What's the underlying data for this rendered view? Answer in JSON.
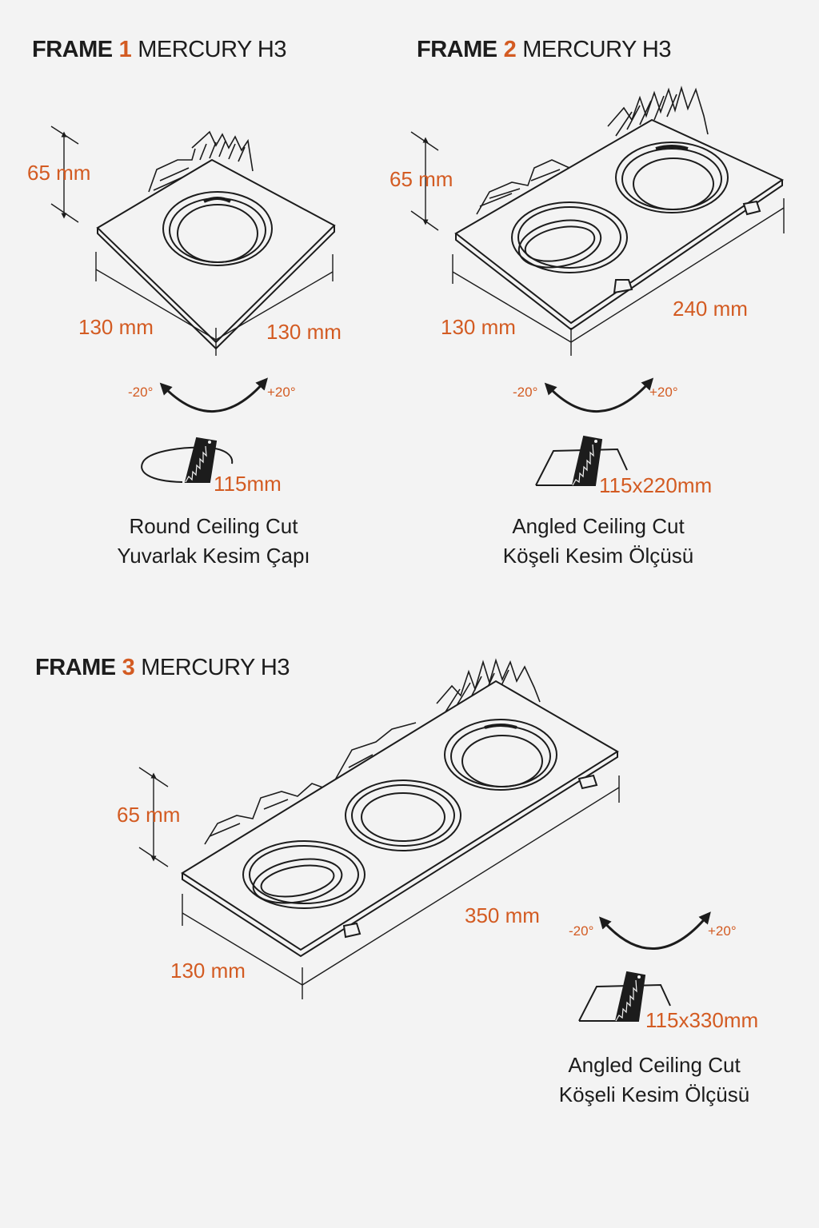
{
  "accent_color": "#d35b22",
  "frames": [
    {
      "title_word": "FRAME",
      "title_number": "1",
      "title_model": "MERCURY H3",
      "height": "65 mm",
      "width": "130 mm",
      "length": "130 mm",
      "tilt_neg": "-20°",
      "tilt_pos": "+20°",
      "cut_size": "115mm",
      "cut_caption_en": "Round Ceiling Cut",
      "cut_caption_tr": "Yuvarlak Kesim Çapı"
    },
    {
      "title_word": "FRAME",
      "title_number": "2",
      "title_model": "MERCURY H3",
      "height": "65 mm",
      "width": "130 mm",
      "length": "240 mm",
      "tilt_neg": "-20°",
      "tilt_pos": "+20°",
      "cut_size": "115x220mm",
      "cut_caption_en": "Angled Ceiling Cut",
      "cut_caption_tr": "Köşeli Kesim Ölçüsü"
    },
    {
      "title_word": "FRAME",
      "title_number": "3",
      "title_model": "MERCURY H3",
      "height": "65 mm",
      "width": "130 mm",
      "length": "350 mm",
      "tilt_neg": "-20°",
      "tilt_pos": "+20°",
      "cut_size": "115x330mm",
      "cut_caption_en": "Angled Ceiling Cut",
      "cut_caption_tr": "Köşeli Kesim Ölçüsü"
    }
  ]
}
